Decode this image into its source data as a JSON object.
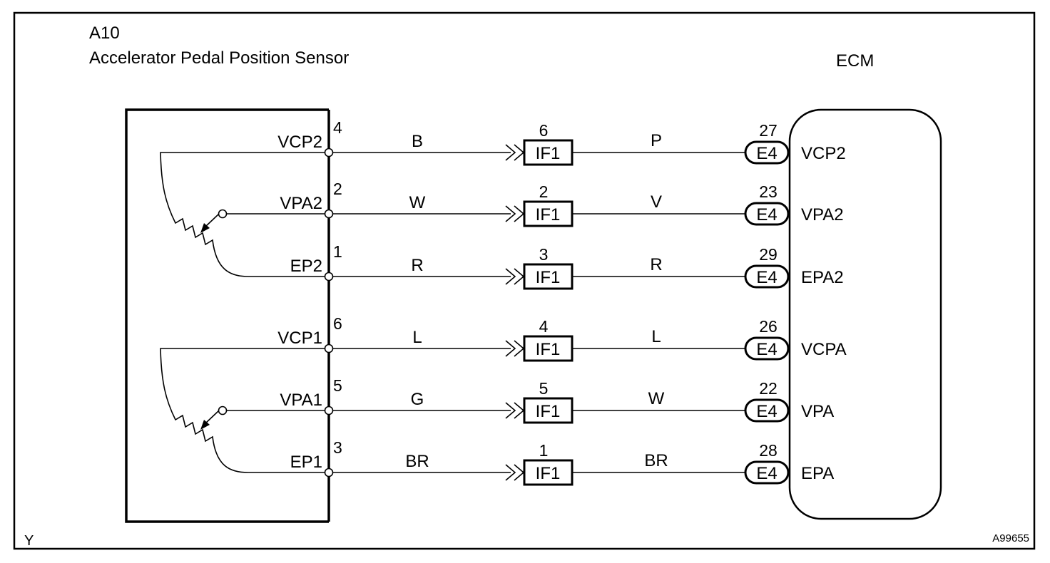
{
  "sensor": {
    "code": "A10",
    "name": "Accelerator Pedal Position Sensor"
  },
  "ecm": {
    "name": "ECM"
  },
  "corner_left": "Y",
  "figure_id": "A99655",
  "circuits": [
    {
      "sensor_pin": "4",
      "sensor_terminal": "VCP2",
      "wire_color_left": "B",
      "junction": "IF1",
      "junction_pin": "6",
      "wire_color_right": "P",
      "ecm_connector": "E4",
      "ecm_pin": "27",
      "ecm_terminal": "VCP2"
    },
    {
      "sensor_pin": "2",
      "sensor_terminal": "VPA2",
      "wire_color_left": "W",
      "junction": "IF1",
      "junction_pin": "2",
      "wire_color_right": "V",
      "ecm_connector": "E4",
      "ecm_pin": "23",
      "ecm_terminal": "VPA2"
    },
    {
      "sensor_pin": "1",
      "sensor_terminal": "EP2",
      "wire_color_left": "R",
      "junction": "IF1",
      "junction_pin": "3",
      "wire_color_right": "R",
      "ecm_connector": "E4",
      "ecm_pin": "29",
      "ecm_terminal": "EPA2"
    },
    {
      "sensor_pin": "6",
      "sensor_terminal": "VCP1",
      "wire_color_left": "L",
      "junction": "IF1",
      "junction_pin": "4",
      "wire_color_right": "L",
      "ecm_connector": "E4",
      "ecm_pin": "26",
      "ecm_terminal": "VCPA"
    },
    {
      "sensor_pin": "5",
      "sensor_terminal": "VPA1",
      "wire_color_left": "G",
      "junction": "IF1",
      "junction_pin": "5",
      "wire_color_right": "W",
      "ecm_connector": "E4",
      "ecm_pin": "22",
      "ecm_terminal": "VPA"
    },
    {
      "sensor_pin": "3",
      "sensor_terminal": "EP1",
      "wire_color_left": "BR",
      "junction": "IF1",
      "junction_pin": "1",
      "wire_color_right": "BR",
      "ecm_connector": "E4",
      "ecm_pin": "28",
      "ecm_terminal": "EPA"
    }
  ]
}
